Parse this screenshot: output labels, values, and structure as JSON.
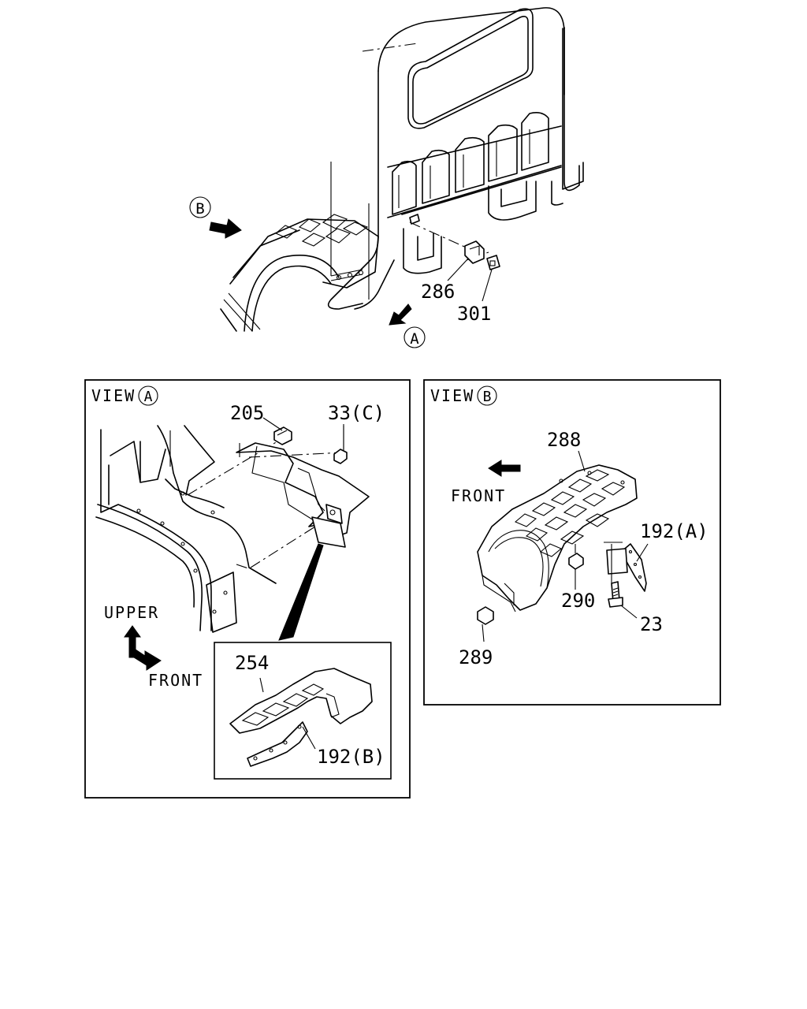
{
  "top": {
    "marker_b": "B",
    "marker_a": "A",
    "parts": {
      "p286": "286",
      "p301": "301"
    }
  },
  "view_a": {
    "title": "VIEW",
    "marker": "A",
    "parts": {
      "p205": "205",
      "p33": "33(C)",
      "p254": "254",
      "p192b": "192(B)"
    },
    "direction_upper": "UPPER",
    "direction_front": "FRONT"
  },
  "view_b": {
    "title": "VIEW",
    "marker": "B",
    "parts": {
      "p288": "288",
      "p192a": "192(A)",
      "p290": "290",
      "p23": "23",
      "p289": "289"
    },
    "direction_front": "FRONT"
  }
}
